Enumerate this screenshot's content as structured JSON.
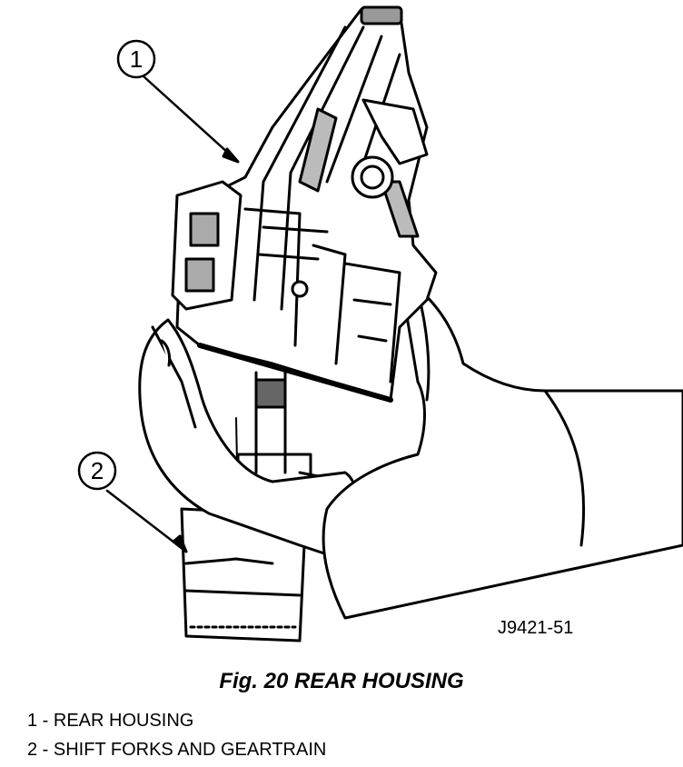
{
  "callouts": [
    {
      "number": "1"
    },
    {
      "number": "2"
    }
  ],
  "figure_id": "J9421-51",
  "caption": "Fig. 20 REAR HOUSING",
  "legend": [
    {
      "text": "1 - REAR HOUSING"
    },
    {
      "text": "2 - SHIFT FORKS AND GEARTRAIN"
    }
  ]
}
